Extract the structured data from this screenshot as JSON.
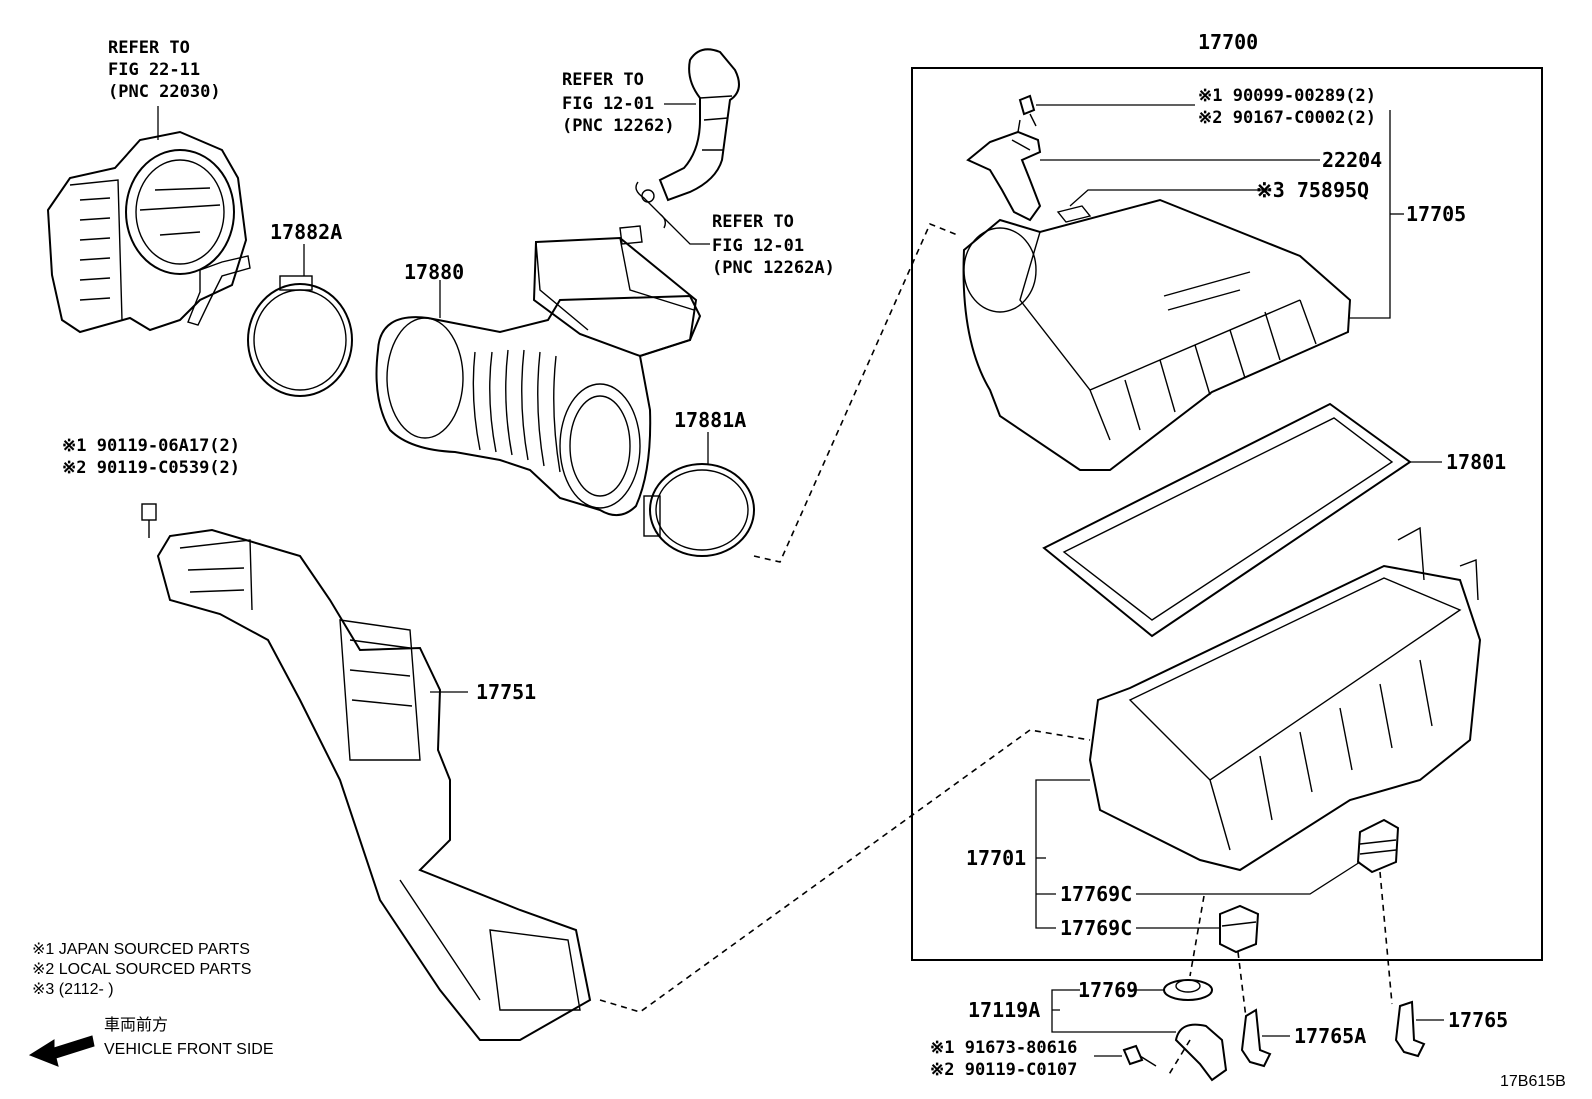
{
  "diagram_id": "17B615B",
  "refs": {
    "throttle": [
      "REFER TO",
      "FIG 22-11",
      "(PNC 22030)"
    ],
    "hose_upper": [
      "REFER TO",
      "FIG 12-01",
      "(PNC 12262)"
    ],
    "hose_lower": [
      "REFER TO",
      "FIG 12-01",
      "(PNC 12262A)"
    ]
  },
  "parts": {
    "p17700": "17700",
    "p17882A": "17882A",
    "p17880": "17880",
    "p17881A": "17881A",
    "p17751": "17751",
    "p22204": "22204",
    "p17705": "17705",
    "p17801": "17801",
    "p17701": "17701",
    "p17769C_1": "17769C",
    "p17769C_2": "17769C",
    "p17769": "17769",
    "p17119A": "17119A",
    "p17765A": "17765A",
    "p17765": "17765"
  },
  "bolts": {
    "top_1": "※1 90099-00289(2)",
    "top_2": "※2 90167-C0002(2)",
    "p75895Q": "※3 75895Q",
    "duct_1": "※1 90119-06A17(2)",
    "duct_2": "※2 90119-C0539(2)",
    "bottom_1": "※1 91673-80616",
    "bottom_2": "※2 90119-C0107"
  },
  "legend": {
    "line1": "※1  JAPAN SOURCED PARTS",
    "line2": "※2  LOCAL SOURCED PARTS",
    "line3": "※3 (2112-       )"
  },
  "direction": {
    "jp": "車両前方",
    "en": "VEHICLE FRONT SIDE"
  }
}
